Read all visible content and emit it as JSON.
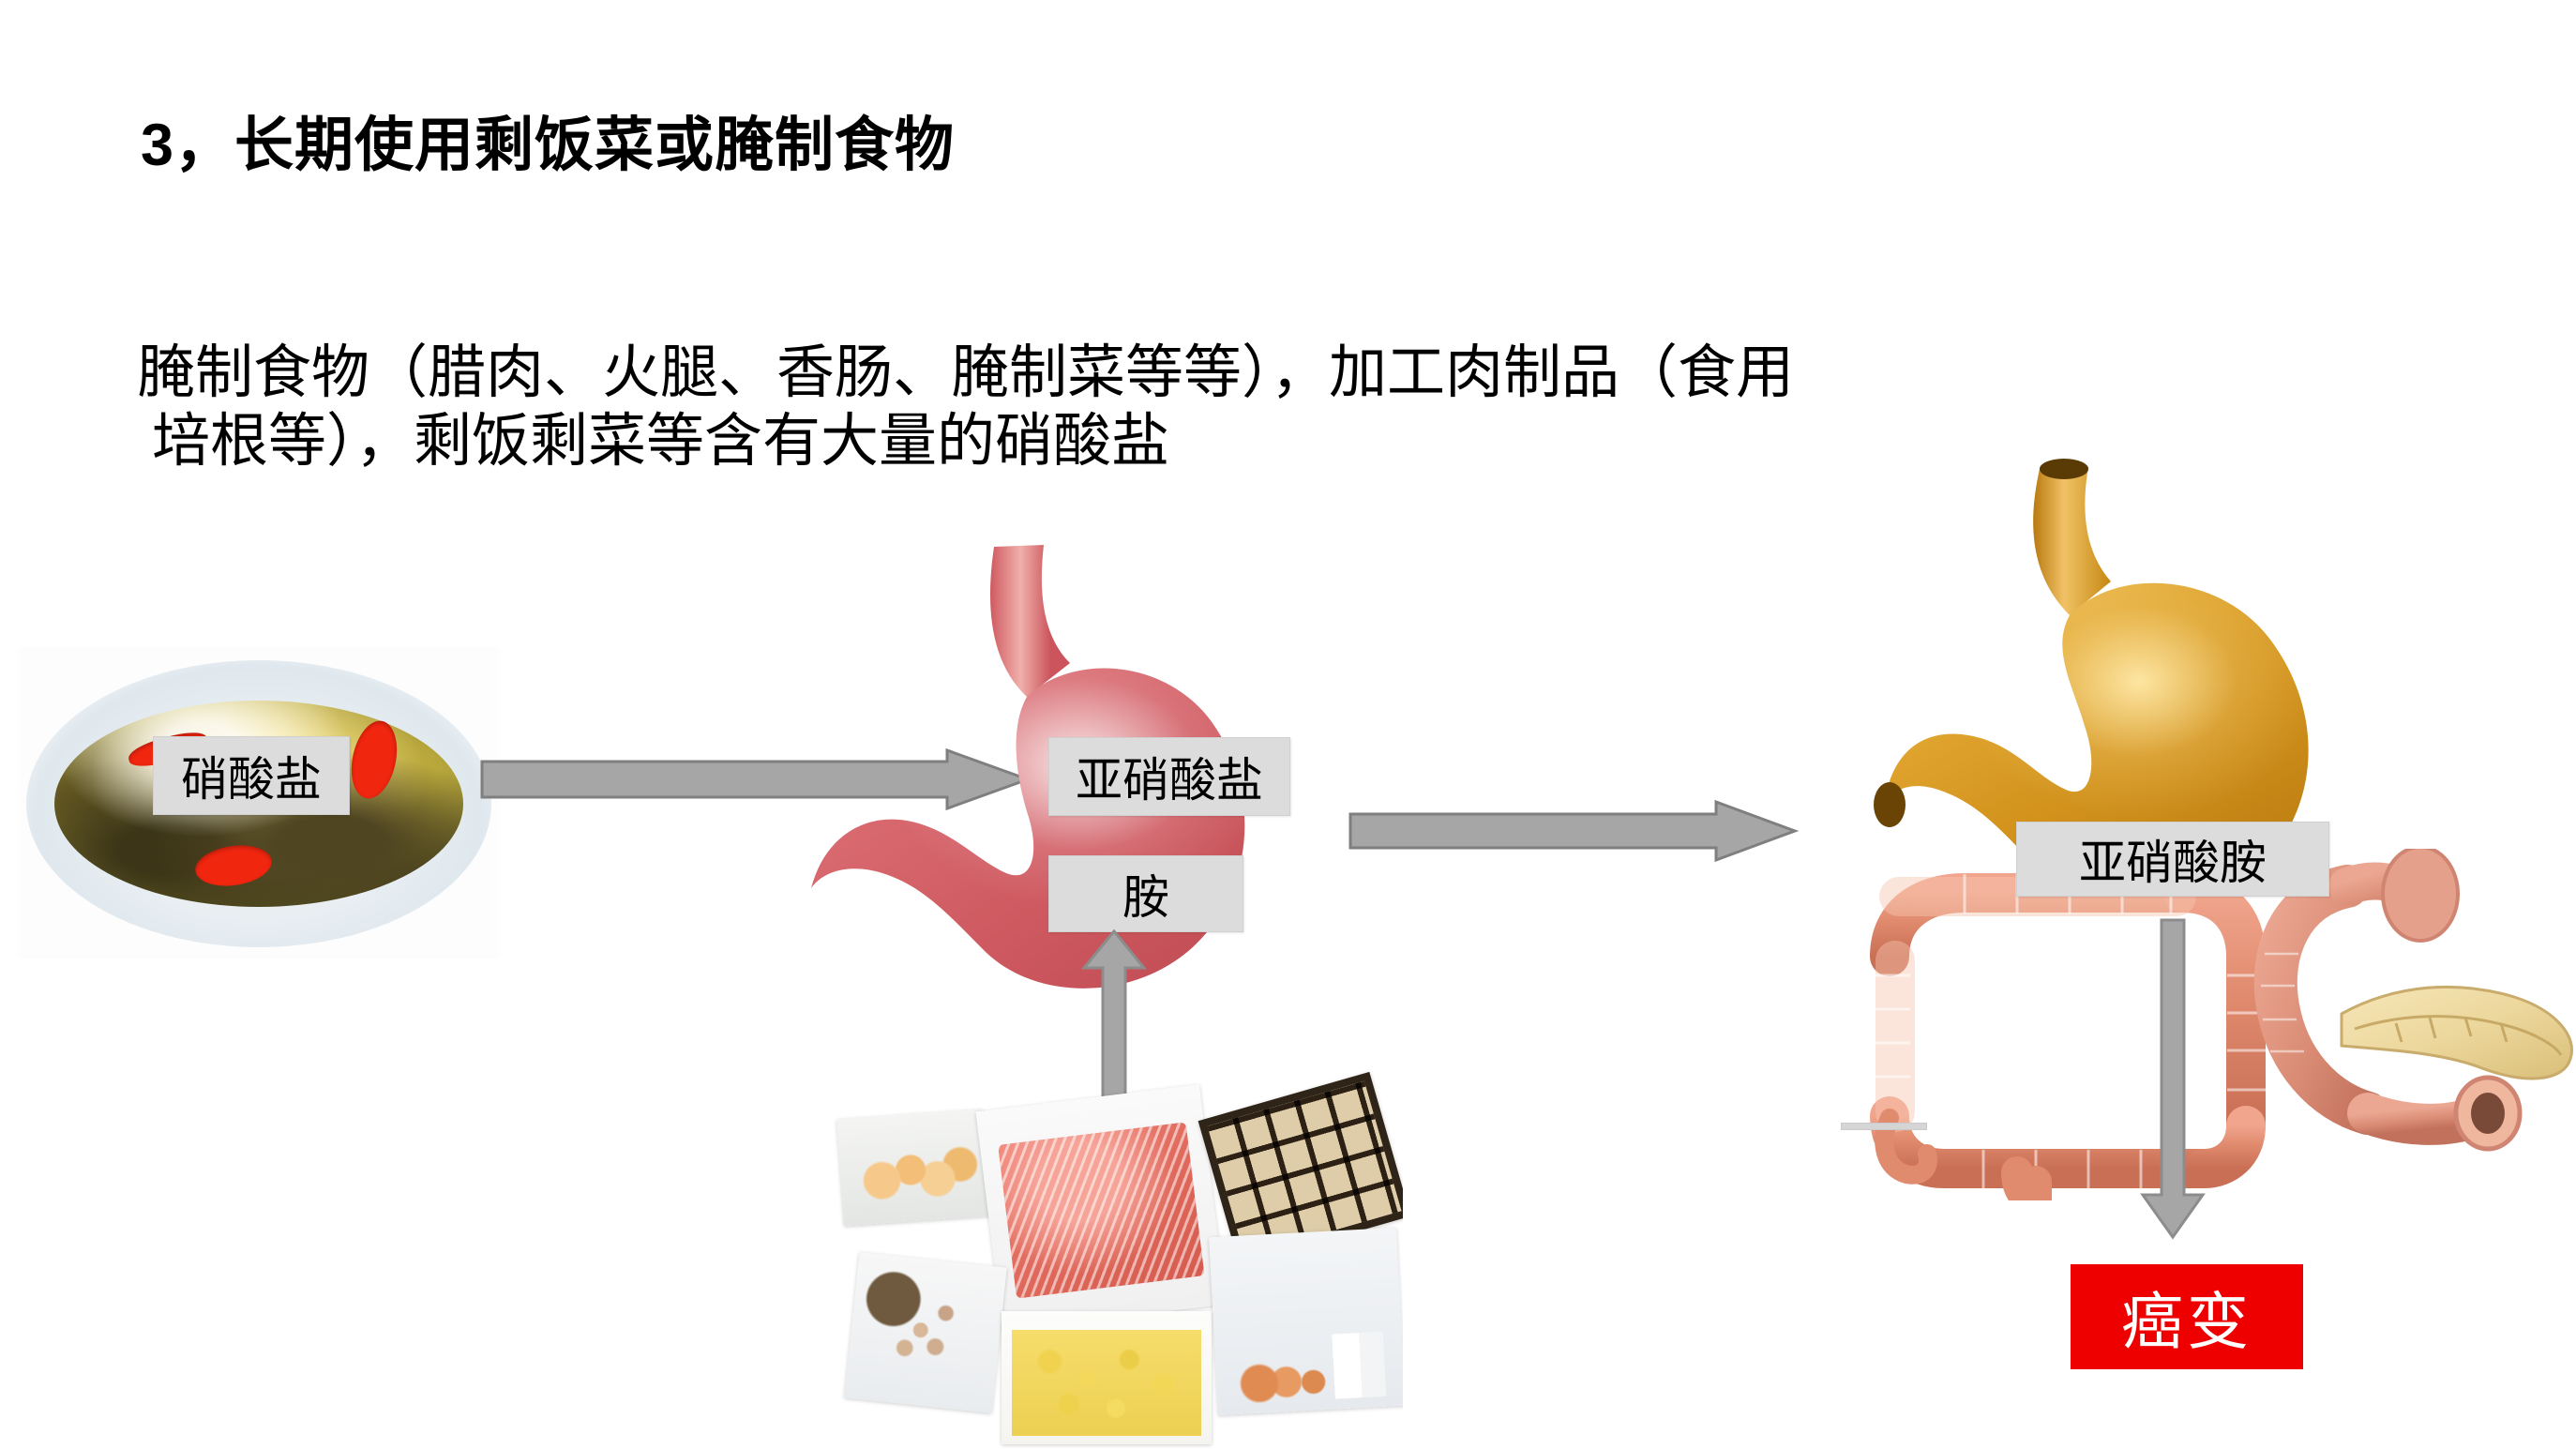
{
  "slide": {
    "title": "3，长期使用剩饭菜或腌制食物",
    "body_lines": [
      "腌制食物（腊肉、火腿、香肠、腌制菜等等），加工肉制品（食用",
      "培根等），剩饭剩菜等含有大量的硝酸盐"
    ]
  },
  "diagram": {
    "labels": {
      "nitrate": "硝酸盐",
      "nitrite": "亚硝酸盐",
      "amine": "胺",
      "nitrosamine": "亚硝酸胺",
      "cancer": "癌变"
    },
    "images": {
      "pickled_vegetables": "pickled-vegetables-photo",
      "protein_foods": "protein-foods-collage",
      "stomach_pink": "pink-stomach-illustration",
      "stomach_gold": "golden-stomach-illustration",
      "colon": "large-intestine-illustration",
      "pancreas": "pancreas-duodenum-illustration"
    },
    "arrows": [
      {
        "name": "arrow-nitrate-to-stomach",
        "direction": "right"
      },
      {
        "name": "arrow-stomach-to-organs",
        "direction": "right"
      },
      {
        "name": "arrow-foods-to-amine",
        "direction": "up"
      },
      {
        "name": "arrow-nitrosamine-to-cancer",
        "direction": "down"
      }
    ],
    "colors": {
      "label_fill": "#dcdcdc",
      "arrow_fill": "#a6a6a6",
      "arrow_stroke": "#7f7f7f",
      "danger_fill": "#ee0000",
      "danger_text": "#ffffff",
      "stomach_pink": "#d9636a",
      "stomach_gold": "#d79a20"
    }
  }
}
